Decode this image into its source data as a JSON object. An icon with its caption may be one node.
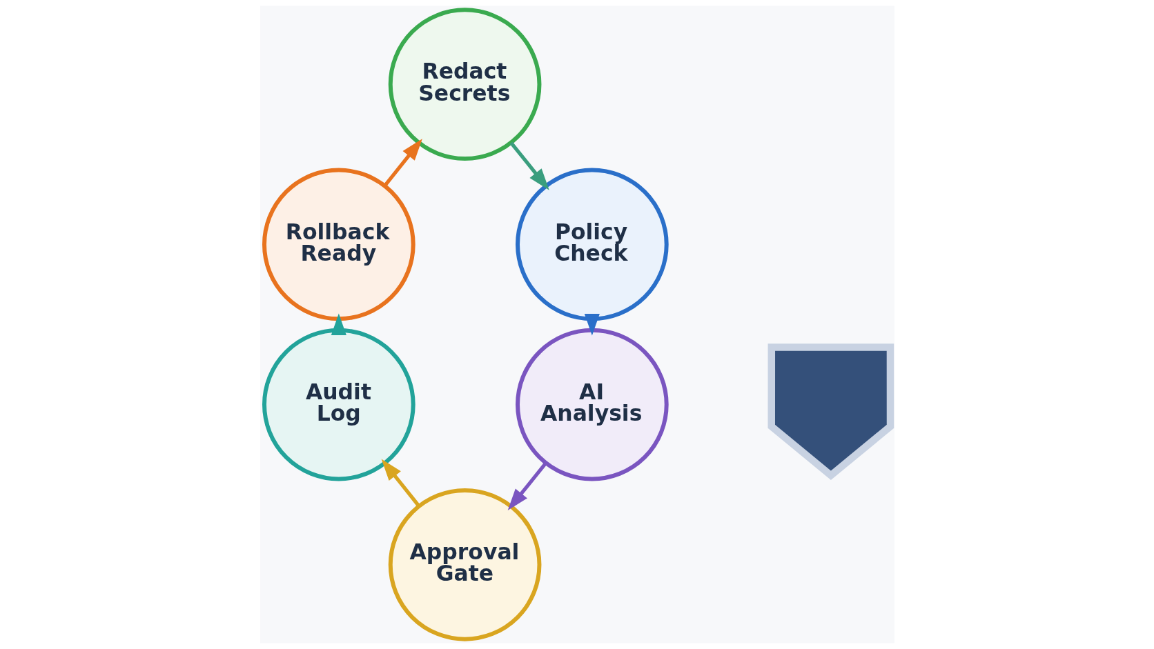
{
  "diagram": {
    "nodes": [
      {
        "text": [
          "Redact Secrets"
        ]
      },
      {
        "text": [
          "Policy Check"
        ]
      },
      {
        "text": [
          "AI Analysis"
        ]
      },
      {
        "text": [
          "Approval Gate"
        ]
      },
      {
        "text": [
          "Audit Log"
        ]
      },
      {
        "text": [
          "Rollback Ready"
        ]
      },
      {
        "text": [],
        "shape": "shield"
      }
    ],
    "edges": [
      {
        "from": 0,
        "to": 1,
        "arrow": "to",
        "color": "#3a9e7e"
      },
      {
        "from": 1,
        "to": 2,
        "arrow": "to",
        "color": "#2a6fc9"
      },
      {
        "from": 2,
        "to": 3,
        "arrow": "to",
        "color": "#7a55c0"
      },
      {
        "from": 3,
        "to": 4,
        "arrow": "to",
        "color": "#d9a520"
      },
      {
        "from": 4,
        "to": 5,
        "arrow": "to",
        "color": "#22a39a"
      },
      {
        "from": 5,
        "to": 0,
        "arrow": "to",
        "color": "#e8731e"
      }
    ]
  }
}
